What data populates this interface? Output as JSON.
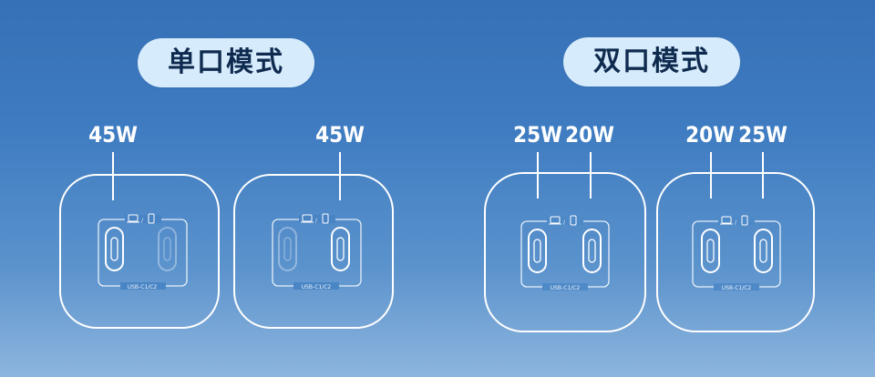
{
  "modes": {
    "single": {
      "label": "单口模式"
    },
    "dual": {
      "label": "双口模式"
    }
  },
  "chargers": [
    {
      "watt_labels": [
        "45W"
      ],
      "active_ports": [
        "C1"
      ],
      "port_label": "USB-C1/C2",
      "device_icons": [
        "laptop-icon",
        "phone-icon"
      ]
    },
    {
      "watt_labels": [
        "45W"
      ],
      "active_ports": [
        "C2"
      ],
      "port_label": "USB-C1/C2",
      "device_icons": [
        "laptop-icon",
        "phone-icon"
      ]
    },
    {
      "watt_labels": [
        "25W",
        "20W"
      ],
      "active_ports": [
        "C1",
        "C2"
      ],
      "port_label": "USB-C1/C2",
      "device_icons": [
        "laptop-icon",
        "phone-icon"
      ]
    },
    {
      "watt_labels": [
        "20W",
        "25W"
      ],
      "active_ports": [
        "C1",
        "C2"
      ],
      "port_label": "USB-C1/C2",
      "device_icons": [
        "laptop-icon",
        "phone-icon"
      ]
    }
  ],
  "colors": {
    "background_top": "#3670b6",
    "background_bottom": "#8db5de",
    "pill_background": "#d6ebfb",
    "pill_text": "#0f2a4f",
    "outline": "#ffffff"
  }
}
